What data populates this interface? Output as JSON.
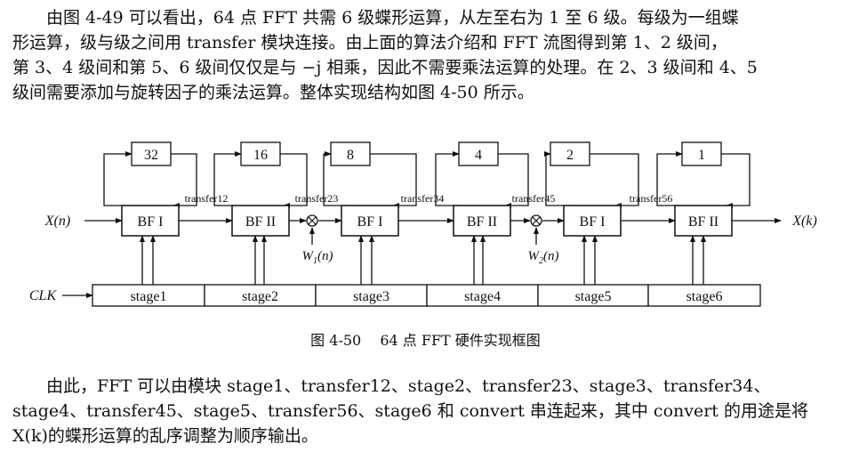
{
  "paragraph1": {
    "lines": [
      "由图 4-49 可以看出，64 点 FFT 共需 6 级蝶形运算，从左至右为 1 至 6 级。每级为一组蝶",
      "形运算，级与级之间用 transfer 模块连接。由上面的算法介绍和 FFT 流图得到第 1、2 级间，",
      "第 3、4 级间和第 5、6 级间仅仅是与 −j 相乘，因此不需要乘法运算的处理。在 2、3 级间和 4、5",
      "级间需要添加与旋转因子的乘法运算。整体实现结构如图 4-50 所示。"
    ]
  },
  "diagram": {
    "input_label": "X(n)",
    "output_label": "X(k)",
    "clk_label": "CLK",
    "delays": [
      "32",
      "16",
      "8",
      "4",
      "2",
      "1"
    ],
    "butterflies": [
      "BF I",
      "BF II",
      "BF I",
      "BF II",
      "BF I",
      "BF II"
    ],
    "transfers": [
      "transfer12",
      "transfer23",
      "transfer34",
      "transfer45",
      "transfer56"
    ],
    "twiddles": [
      "W1(n)",
      "W2(n)"
    ],
    "stages": [
      "stage1",
      "stage2",
      "stage3",
      "stage4",
      "stage5",
      "stage6"
    ]
  },
  "caption": {
    "number": "图 4-50",
    "text": "64 点 FFT 硬件实现框图"
  },
  "paragraph2": {
    "lines": [
      "由此，FFT 可以由模块 stage1、transfer12、stage2、transfer23、stage3、transfer34、",
      "stage4、transfer45、stage5、transfer56、stage6 和 convert 串连起来，其中 convert 的用途是将",
      "X(k)的蝶形运算的乱序调整为顺序输出。"
    ]
  }
}
